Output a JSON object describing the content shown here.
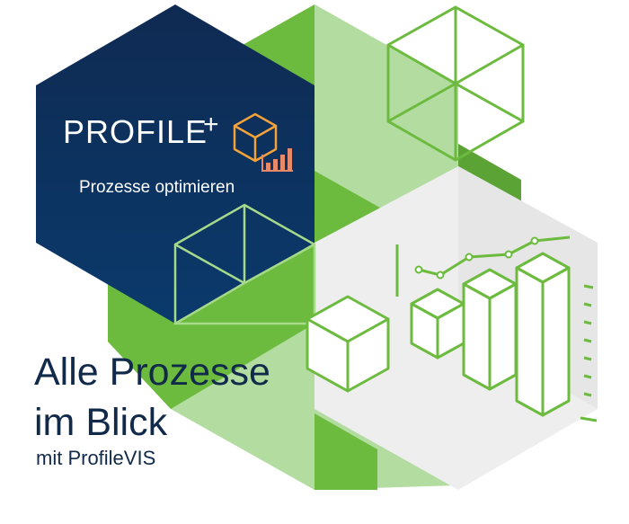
{
  "logo": {
    "brand": "PROFILE",
    "superscript": "+",
    "slogan": "Prozesse optimieren"
  },
  "headline": {
    "line1": "Alle Prozesse",
    "line2": "im Blick"
  },
  "tagline": "mit ProfileVIS",
  "colors": {
    "navy": "#0f2a52",
    "green": "#6cbb3f",
    "light_green": "#b3dca0",
    "line_green": "#6cbb3f",
    "logo_orange": "#f3a23a",
    "text_dark": "#122a4a"
  },
  "icons": [
    "cube-icon",
    "bar-chart-icon"
  ]
}
